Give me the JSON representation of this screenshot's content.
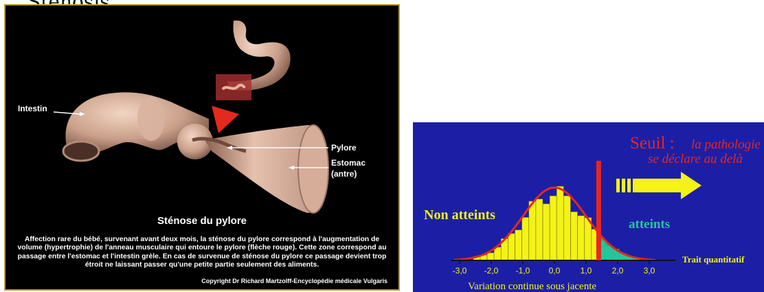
{
  "top_text": "Stenosis...",
  "left_slide": {
    "labels": {
      "intestin": "Intestin",
      "pylore": "Pylore",
      "estomac": "Estomac",
      "antre": "(antre)"
    },
    "title": "Sténose du pylore",
    "body": "Affection rare du bébé, survenant avant deux mois, la sténose du pylore correspond à l'augmentation de volume (hypertrophie) de l'anneau musculaire qui entoure le pylore (flèche rouge). Cette zone correspond au passage entre l'estomac et l'intestin grèle. En cas de survenue de sténose du pylore ce passage devient trop étroit ne laissant passer qu'une petite partie seulement des aliments.",
    "copyright": "Copyright Dr Richard Martzolff-Encyclopédie médicale Vulgaris"
  },
  "right_slide": {
    "seuil": "Seuil :",
    "seuil_note_1": "la pathologie",
    "seuil_note_2": "se déclare au delà",
    "non_atteints": "Non atteints",
    "atteints": "atteints",
    "trait": "Trait quantitatif",
    "xlabel": "Variation continue sous jacente",
    "ticks": [
      "-3,0",
      "-2,0",
      "-1,0",
      "0,0",
      "1,0",
      "2,0",
      "3,0"
    ],
    "colors": {
      "background": "#1c1fa6",
      "bars": "#f4f216",
      "affected": "#25c79a",
      "curve": "#e8261c",
      "threshold": "#e8261c",
      "arrow": "#f4f216"
    }
  }
}
